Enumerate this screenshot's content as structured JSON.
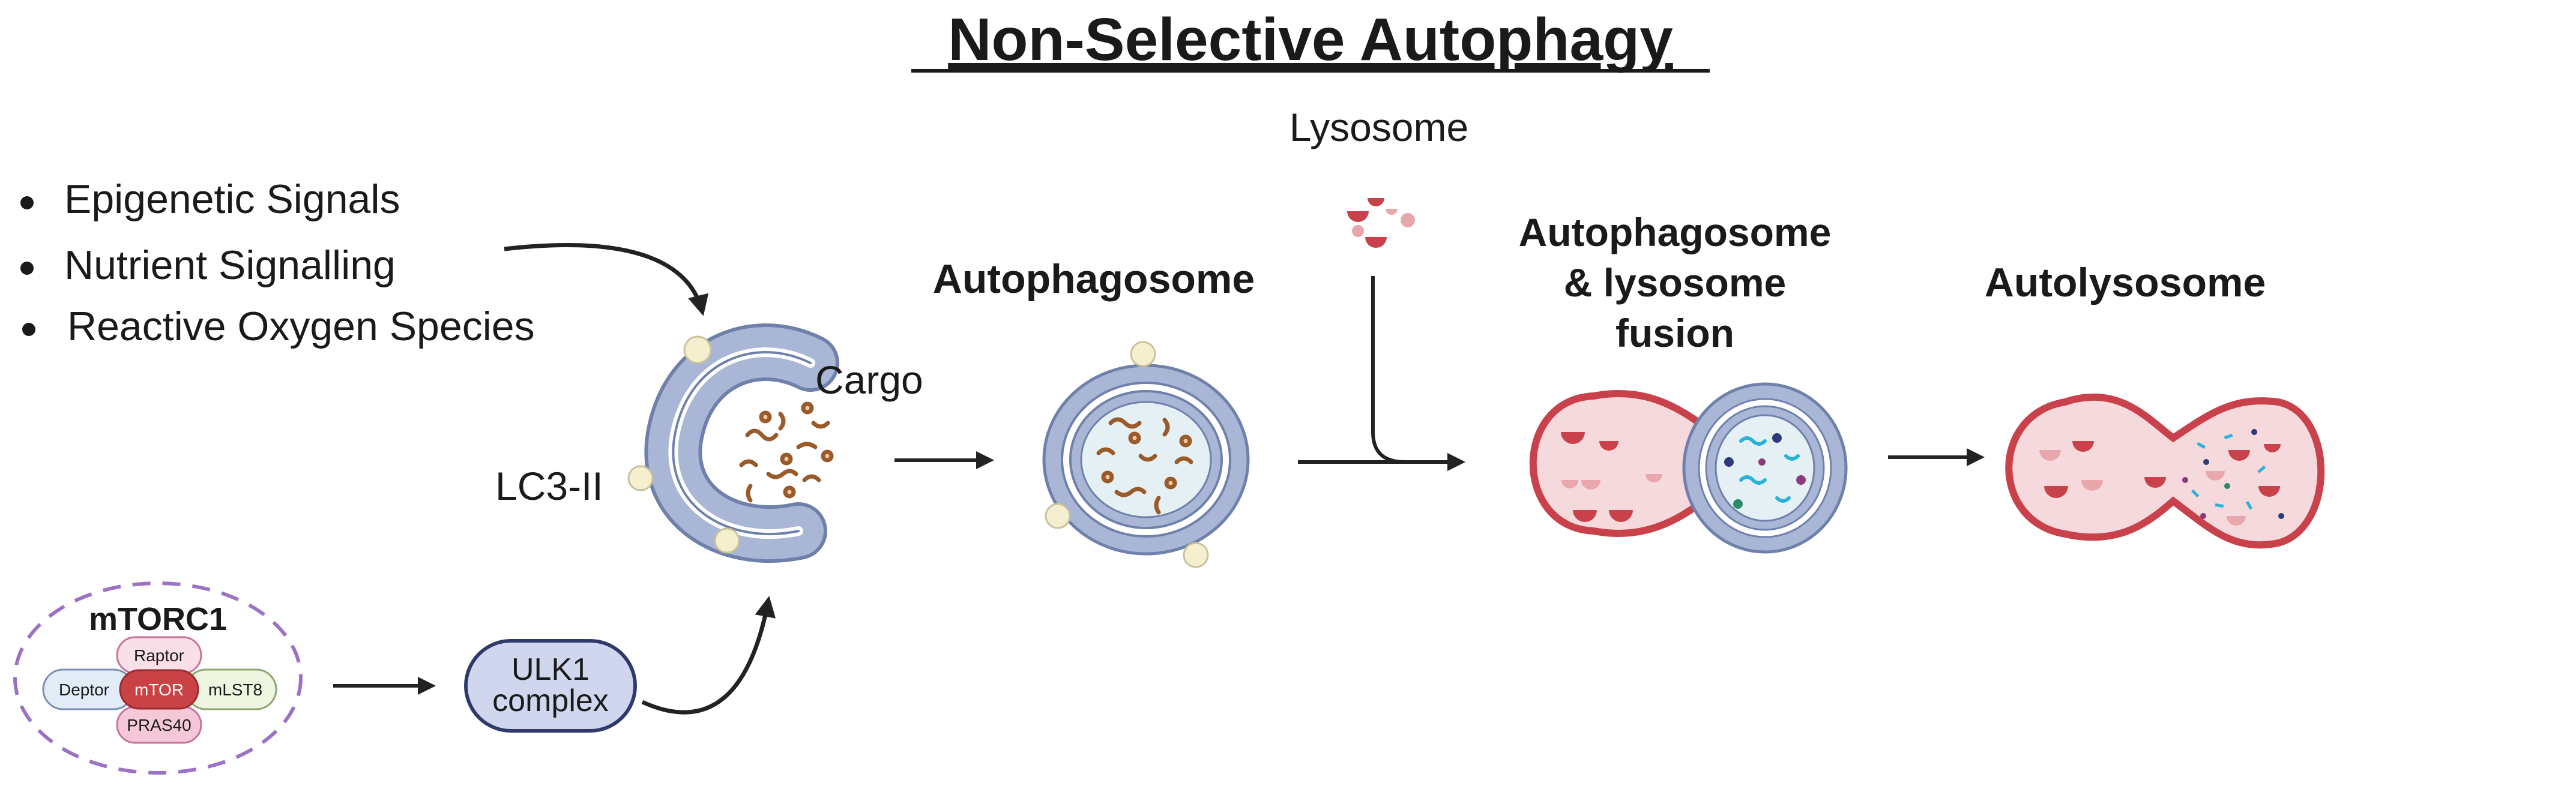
{
  "title": "Non-Selective Autophagy",
  "signals": {
    "items": [
      "Epigenetic Signals",
      "Nutrient Signalling",
      "Reactive Oxygen Species"
    ]
  },
  "labels": {
    "lysosome": "Lysosome",
    "autophagosome": "Autophagosome",
    "fusion_line1": "Autophagosome",
    "fusion_line2": "& lysosome",
    "fusion_line3": "fusion",
    "autolysosome": "Autolysosome",
    "cargo": "Cargo",
    "lc3": "LC3-II"
  },
  "mtorc1": {
    "title": "mTORC1",
    "center": "mTOR",
    "top": "Raptor",
    "bottom": "PRAS40",
    "left": "Deptor",
    "right": "mLST8"
  },
  "ulk1": {
    "line1": "ULK1",
    "line2": "complex"
  },
  "colors": {
    "membrane": "#a9b6d6",
    "membrane_dark": "#6f80aa",
    "lumen": "#e4f0f4",
    "lysosome_red": "#c9414a",
    "lysosome_pink": "#e8a7ad",
    "lysosome_fill": "#f6d9dc",
    "cargo_brown": "#9a5a2a",
    "lc3_yellow": "#f4efcf",
    "mtor_red": "#c94246",
    "ulk1_fill": "#cfd6ee",
    "ulk1_border": "#2f3a6b",
    "dashed_border": "#9b72c4"
  }
}
